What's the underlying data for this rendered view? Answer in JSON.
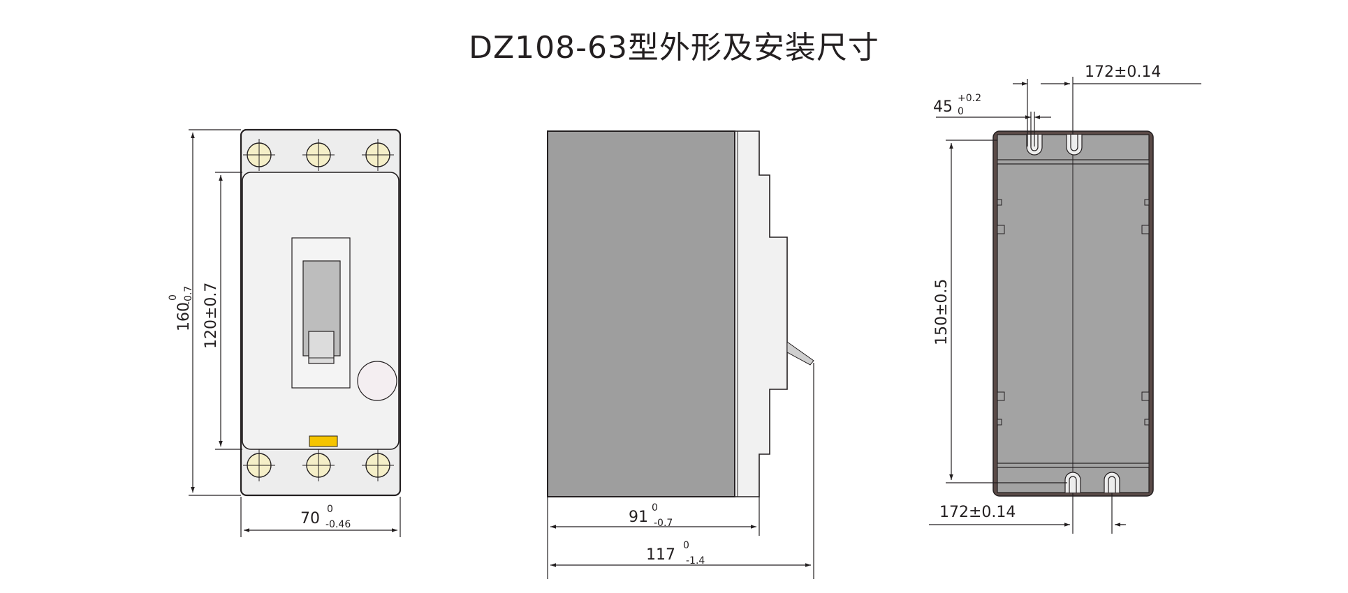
{
  "title": "DZ108-63型外形及安装尺寸",
  "front_view": {
    "height_main": "160",
    "height_upper": "0",
    "height_lower": "-0.7",
    "inner_height": "120±0.7",
    "width_main": "70",
    "width_upper": "0",
    "width_lower": "-0.46"
  },
  "side_view": {
    "depth_main": "91",
    "depth_upper": "0",
    "depth_lower": "-0.7",
    "total_main": "117",
    "total_upper": "0",
    "total_lower": "-1.4"
  },
  "mount_view": {
    "top_spacing": "172±0.14",
    "slot_main": "45",
    "slot_upper": "+0.2",
    "slot_lower": "0",
    "hole_height": "150±0.5",
    "bottom_spacing": "172±0.14"
  },
  "colors": {
    "body_light": "#ededed",
    "body_gray": "#9e9e9e",
    "mount_gray": "#a3a3a3",
    "dark_outline": "#5a4a47",
    "indicator_yellow": "#f5c400"
  }
}
